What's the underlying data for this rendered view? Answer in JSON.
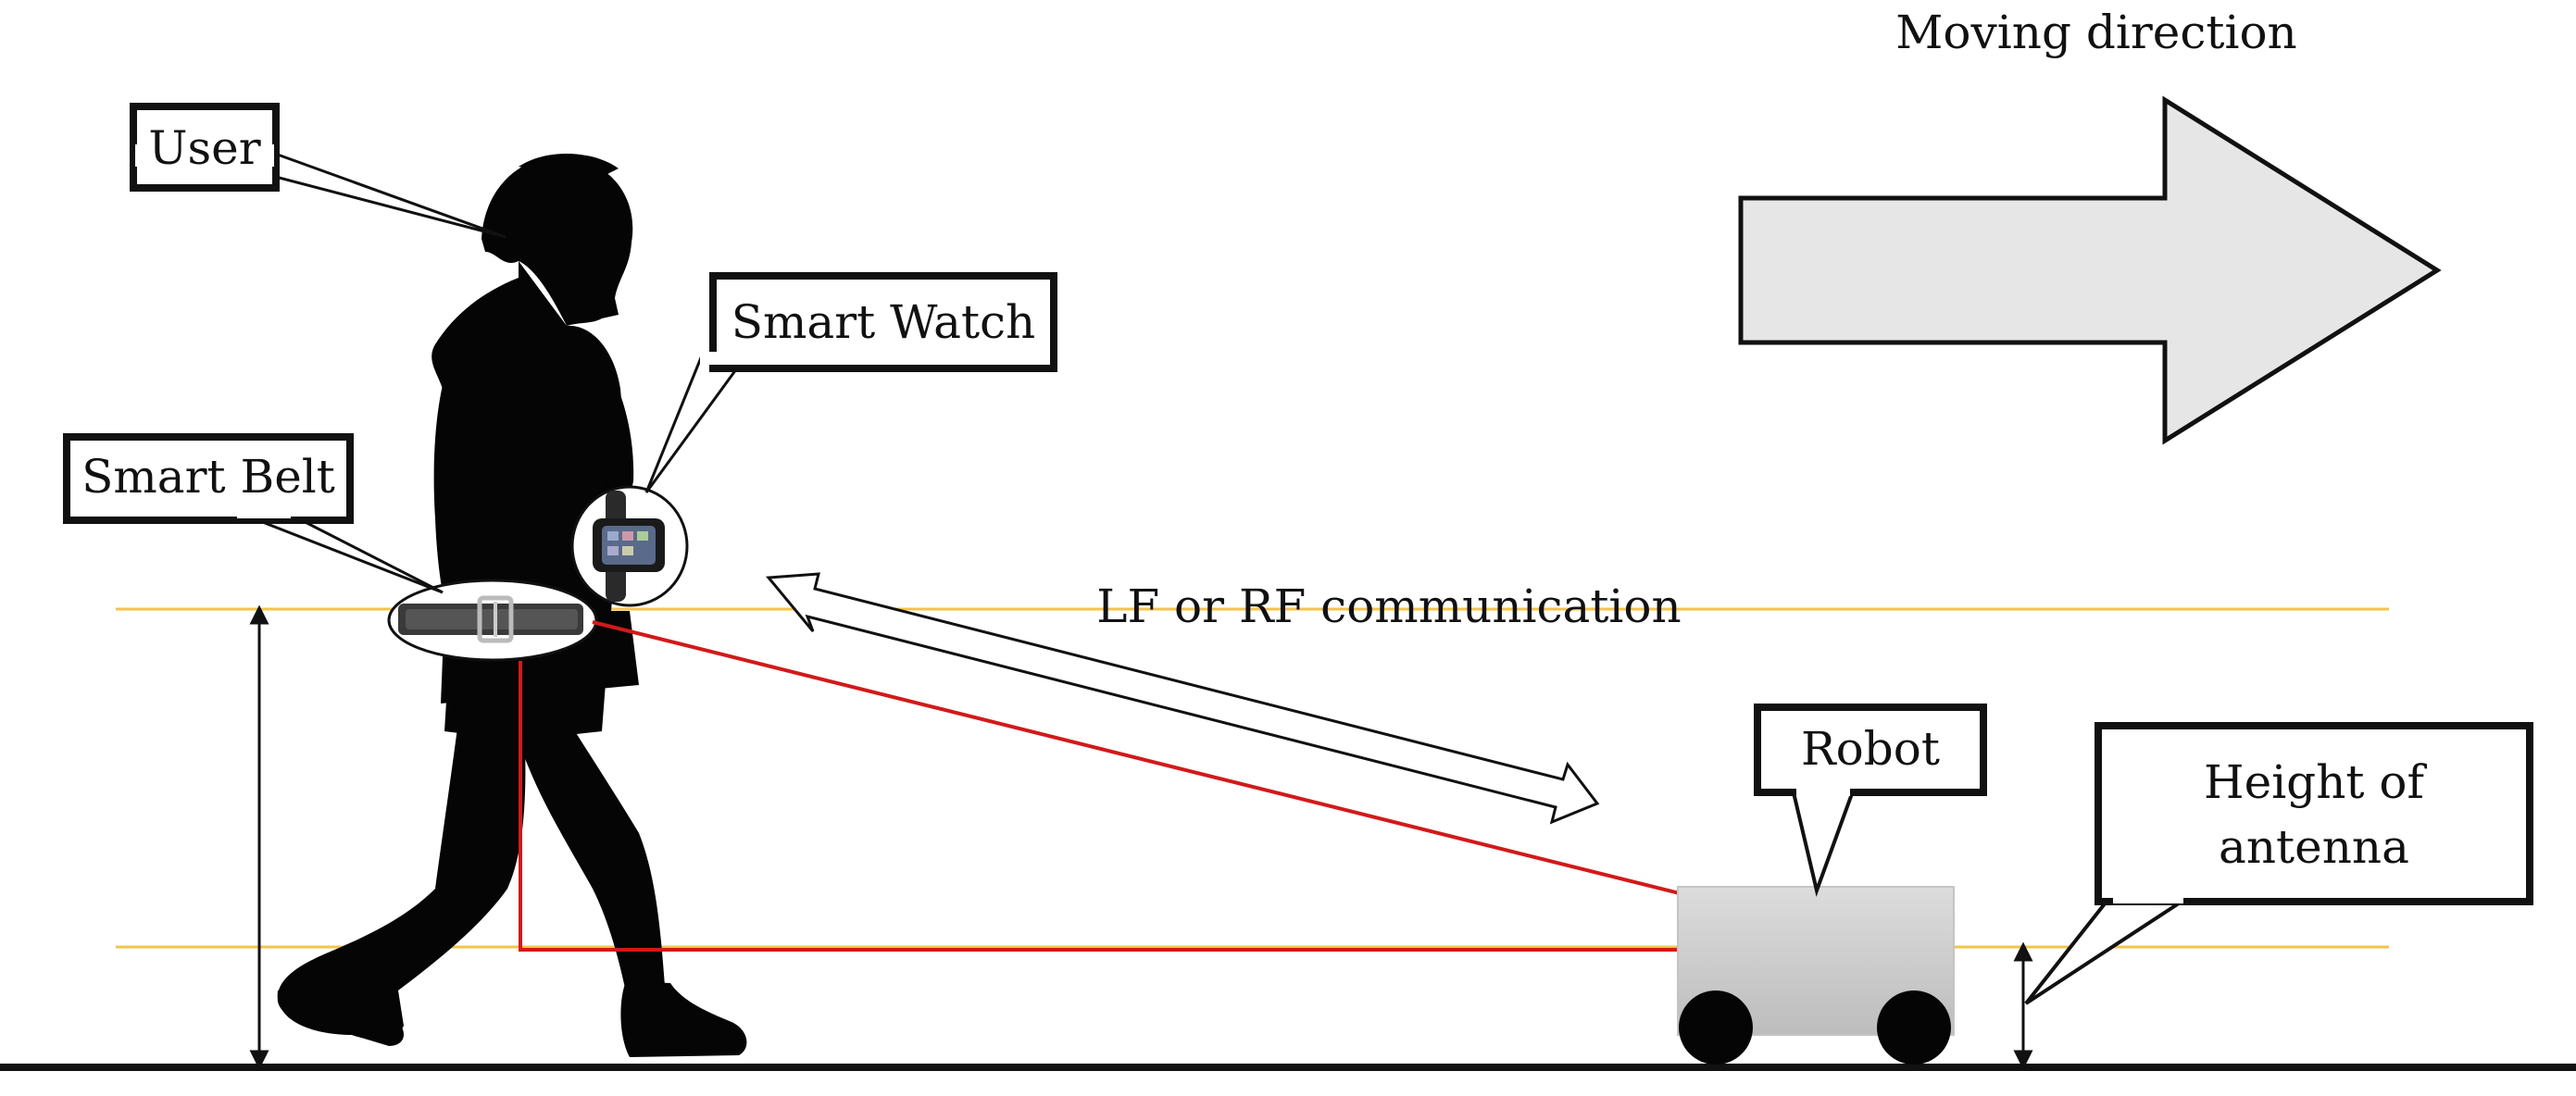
{
  "labels": {
    "moving_direction": "Moving direction",
    "user": "User",
    "smart_watch": "Smart Watch",
    "smart_belt": "Smart Belt",
    "communication": "LF or RF communication",
    "robot": "Robot",
    "antenna_line1": "Height of",
    "antenna_line2": "antenna"
  },
  "colors": {
    "guide_line": "#f2c44a",
    "signal_path": "#d11a1a",
    "silhouette": "#050505",
    "arrow_fill": "#e6e6e6",
    "robot_body": "#cfcfcf"
  }
}
